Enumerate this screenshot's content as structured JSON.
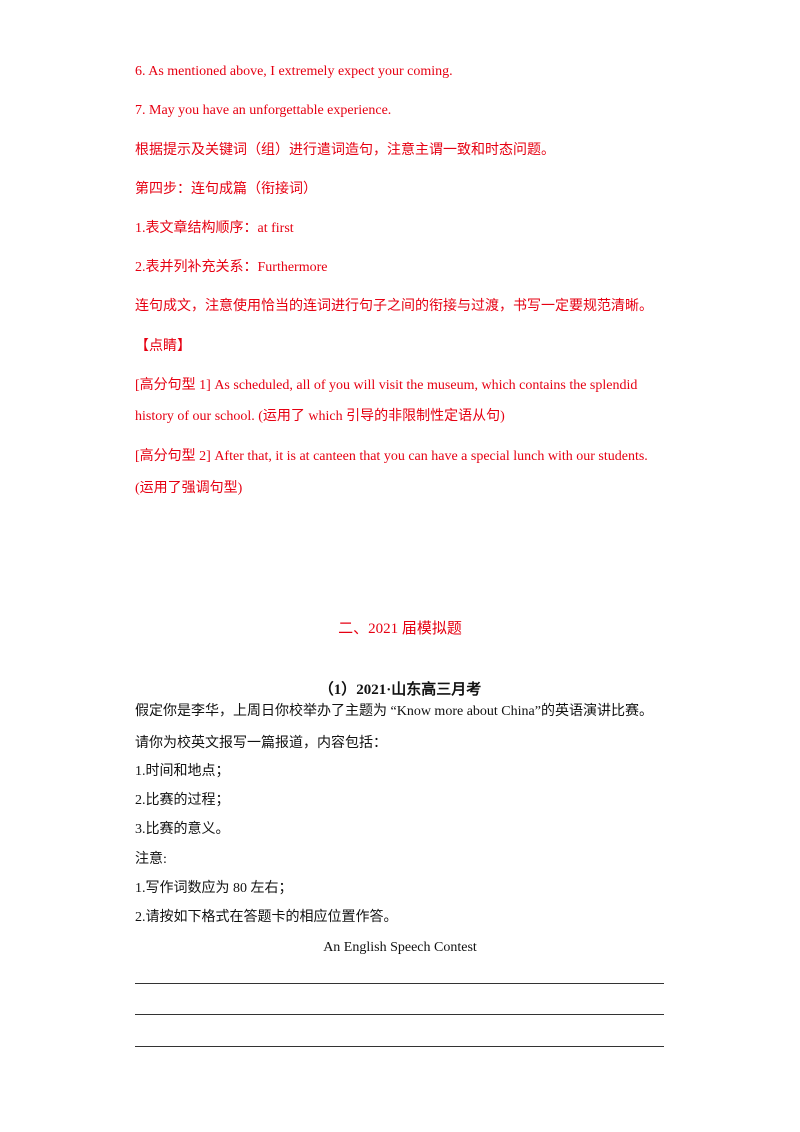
{
  "answers": {
    "sent6": "6. As mentioned above, I extremely expect your coming.",
    "sent7": "7. May you have an unforgettable experience.",
    "note_sentence_making": "根据提示及关键词（组）进行遣词造句，注意主谓一致和时态问题。",
    "step4_title": "第四步：连句成篇（衔接词）",
    "connector1": "1.表文章结构顺序：at first",
    "connector2": "2.表并列补充关系：Furthermore",
    "note_connecting": "连句成文，注意使用恰当的连词进行句子之间的衔接与过渡，书写一定要规范清晰。",
    "highlight_title": "【点睛】",
    "highlight1_line1": "[高分句型 1] As scheduled, all of you will visit the museum, which contains the splendid",
    "highlight1_line2": "history of our school. (运用了 which 引导的非限制性定语从句)",
    "highlight2_line1": "[高分句型 2] After that, it is at canteen that you can have a special lunch with our students.",
    "highlight2_line2": "(运用了强调句型)"
  },
  "section": {
    "title": "二、2021 届模拟题"
  },
  "question": {
    "title": "（1）2021·山东高三月考",
    "prompt_line1": "假定你是李华，上周日你校举办了主题为 “Know more about China”的英语演讲比赛。",
    "prompt_line2": "请你为校英文报写一篇报道，内容包括：",
    "item1": "1.时间和地点；",
    "item2": "2.比赛的过程；",
    "item3": "3.比赛的意义。",
    "notes_label": "注意:",
    "note1": "1.写作词数应为 80 左右；",
    "note2": "2.请按如下格式在答题卡的相应位置作答。",
    "essay_title": "An English Speech Contest"
  },
  "colors": {
    "answer_text": "#e60012",
    "question_text": "#111111"
  }
}
